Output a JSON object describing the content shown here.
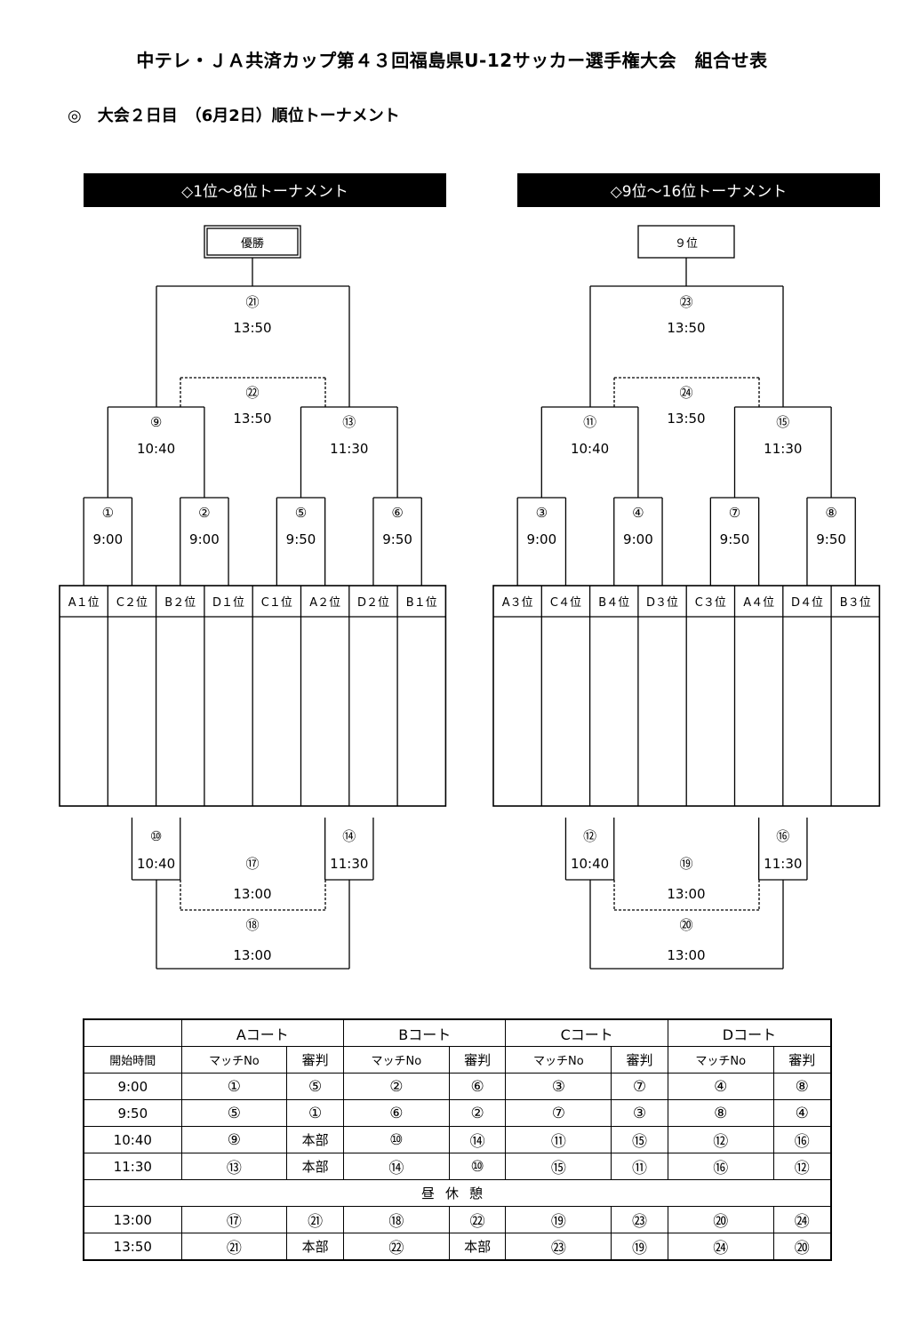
{
  "title": "中テレ・ＪＡ共済カップ第４３回福島県U-12サッカー選手権大会　組合せ表",
  "subtitle": "◎　大会２日目　（6月2日）順位トーナメント",
  "brackets": [
    {
      "header": "◇1位～8位トーナメント",
      "result_label": "優勝",
      "final": {
        "no": "㉑",
        "time": "13:50"
      },
      "third_place": {
        "no": "㉒",
        "time": "13:50"
      },
      "semis": [
        {
          "no": "⑨",
          "time": "10:40"
        },
        {
          "no": "⑬",
          "time": "11:30"
        }
      ],
      "quarters": [
        {
          "no": "①",
          "time": "9:00"
        },
        {
          "no": "②",
          "time": "9:00"
        },
        {
          "no": "⑤",
          "time": "9:50"
        },
        {
          "no": "⑥",
          "time": "9:50"
        }
      ],
      "slots": [
        "A１位",
        "C２位",
        "B２位",
        "D１位",
        "C１位",
        "A２位",
        "D２位",
        "B１位"
      ],
      "lower_semis": [
        {
          "no": "⑩",
          "time": "10:40"
        },
        {
          "no": "⑭",
          "time": "11:30"
        }
      ],
      "lower_mid": {
        "no": "⑰",
        "time": "13:00"
      },
      "lower_final": {
        "no": "⑱",
        "time": "13:00"
      }
    },
    {
      "header": "◇9位～16位トーナメント",
      "result_label": "９位",
      "final": {
        "no": "㉓",
        "time": "13:50"
      },
      "third_place": {
        "no": "㉔",
        "time": "13:50"
      },
      "semis": [
        {
          "no": "⑪",
          "time": "10:40"
        },
        {
          "no": "⑮",
          "time": "11:30"
        }
      ],
      "quarters": [
        {
          "no": "③",
          "time": "9:00"
        },
        {
          "no": "④",
          "time": "9:00"
        },
        {
          "no": "⑦",
          "time": "9:50"
        },
        {
          "no": "⑧",
          "time": "9:50"
        }
      ],
      "slots": [
        "A３位",
        "C４位",
        "B４位",
        "D３位",
        "C３位",
        "A４位",
        "D４位",
        "B３位"
      ],
      "lower_semis": [
        {
          "no": "⑫",
          "time": "10:40"
        },
        {
          "no": "⑯",
          "time": "11:30"
        }
      ],
      "lower_mid": {
        "no": "⑲",
        "time": "13:00"
      },
      "lower_final": {
        "no": "⑳",
        "time": "13:00"
      }
    }
  ],
  "schedule": {
    "courts": [
      "Aコート",
      "Bコート",
      "Cコート",
      "Dコート"
    ],
    "col_start": "開始時間",
    "col_match": "マッチNo",
    "col_ref": "審判",
    "lunch": "昼休憩",
    "rows": [
      {
        "time": "9:00",
        "cells": [
          "①",
          "⑤",
          "②",
          "⑥",
          "③",
          "⑦",
          "④",
          "⑧"
        ]
      },
      {
        "time": "9:50",
        "cells": [
          "⑤",
          "①",
          "⑥",
          "②",
          "⑦",
          "③",
          "⑧",
          "④"
        ]
      },
      {
        "time": "10:40",
        "cells": [
          "⑨",
          "本部",
          "⑩",
          "⑭",
          "⑪",
          "⑮",
          "⑫",
          "⑯"
        ]
      },
      {
        "time": "11:30",
        "cells": [
          "⑬",
          "本部",
          "⑭",
          "⑩",
          "⑮",
          "⑪",
          "⑯",
          "⑫"
        ]
      },
      {
        "time": "13:00",
        "cells": [
          "⑰",
          "㉑",
          "⑱",
          "㉒",
          "⑲",
          "㉓",
          "⑳",
          "㉔"
        ]
      },
      {
        "time": "13:50",
        "cells": [
          "㉑",
          "本部",
          "㉒",
          "本部",
          "㉓",
          "⑲",
          "㉔",
          "⑳"
        ]
      }
    ]
  }
}
